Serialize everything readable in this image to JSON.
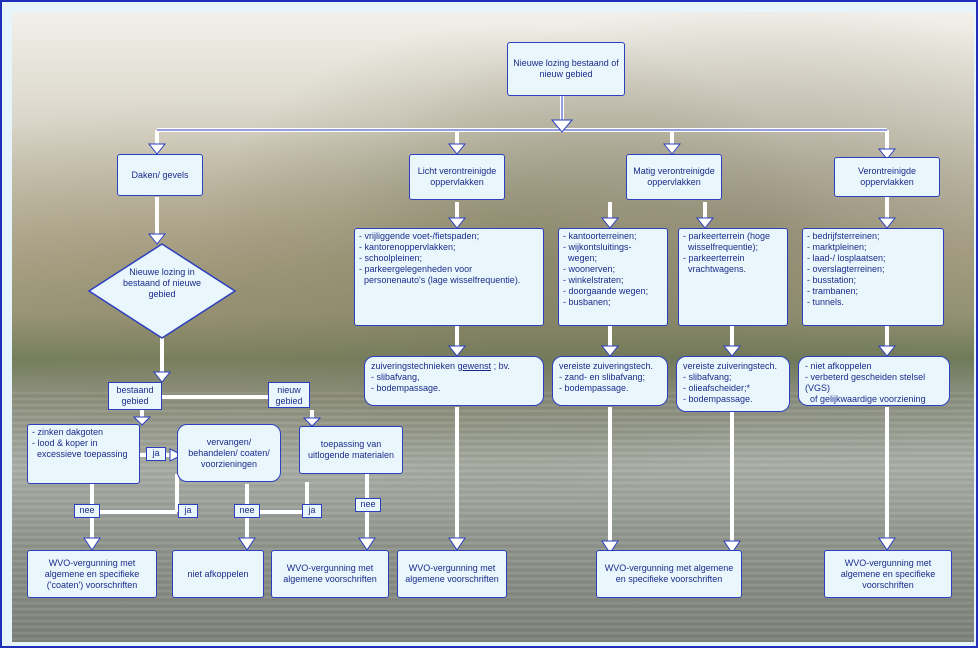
{
  "root": "Nieuwe lozing bestaand of nieuw gebied",
  "categories": {
    "daken": "Daken/ gevels",
    "licht": "Licht verontreinigde oppervlakken",
    "matig": "Matig verontreinigde oppervlakken",
    "verontreinigd": "Verontreinigde oppervlakken"
  },
  "decision": "Nieuwe lozing in bestaand of nieuwe gebied",
  "branch_labels": {
    "bestaand": "bestaand gebied",
    "nieuw": "nieuw gebied",
    "ja1": "ja",
    "ja2": "ja",
    "ja3": "ja",
    "nee1": "nee",
    "nee2": "nee",
    "nee3": "nee"
  },
  "daken_boxes": {
    "zinken": [
      "- zinken dakgoten",
      "- lood & koper in",
      "  excessieve toepassing"
    ],
    "vervangen": "vervangen/ behandelen/ coaten/ voorzieningen",
    "toepassing": "toepassing van uitlogende materialen"
  },
  "licht_list": [
    "- vrijliggende voet-/fietspaden;",
    "- kantorenoppervlakken;",
    "- schoolpleinen;",
    "- parkeergelegenheden voor",
    "  personenauto's (lage wisselfrequentie)."
  ],
  "matig_list_a": [
    "- kantoorterreinen;",
    "- wijkontsluitings-",
    "  wegen;",
    "- woonerven;",
    "- winkelstraten;",
    "- doorgaande wegen;",
    "- busbanen;"
  ],
  "matig_list_b": [
    "- parkeerterrein (hoge",
    "  wisselfrequentie);",
    "- parkeerterrein",
    "  vrachtwagens."
  ],
  "verontreinigd_list": [
    "- bedrijfsterreinen;",
    "- marktpleinen;",
    "- laad-/ losplaatsen;",
    "- overslagterreinen;",
    "- busstation;",
    "- trambanen;",
    "- tunnels."
  ],
  "treatment": {
    "licht_head_a": "zuiveringstechnieken ",
    "licht_head_u": "gewenst",
    "licht_head_b": " ; bv.",
    "licht_items": [
      "- slibafvang,",
      "- bodempassage."
    ],
    "matig_a": [
      "vereiste zuiveringstech.",
      "- zand- en slibafvang;",
      "- bodempassage."
    ],
    "matig_b": [
      "vereiste zuiveringstech.",
      "- slibafvang;",
      "- olieafscheider;*",
      "- bodempassage."
    ],
    "veront": [
      "- niet afkoppelen",
      "- verbeterd gescheiden stelsel (VGS)",
      "  of gelijkwaardige voorziening"
    ]
  },
  "outcomes": {
    "o1": "WVO-vergunning met algemene en specifieke ('coaten') voorschriften",
    "o2": "niet afkoppelen",
    "o3": "WVO-vergunning met algemene voorschriften",
    "o4": "WVO-vergunning met algemene voorschriften",
    "o5": "WVO-vergunning met algemene en specifieke voorschriften",
    "o6": "WVO-vergunning met algemene en specifieke voorschriften"
  }
}
